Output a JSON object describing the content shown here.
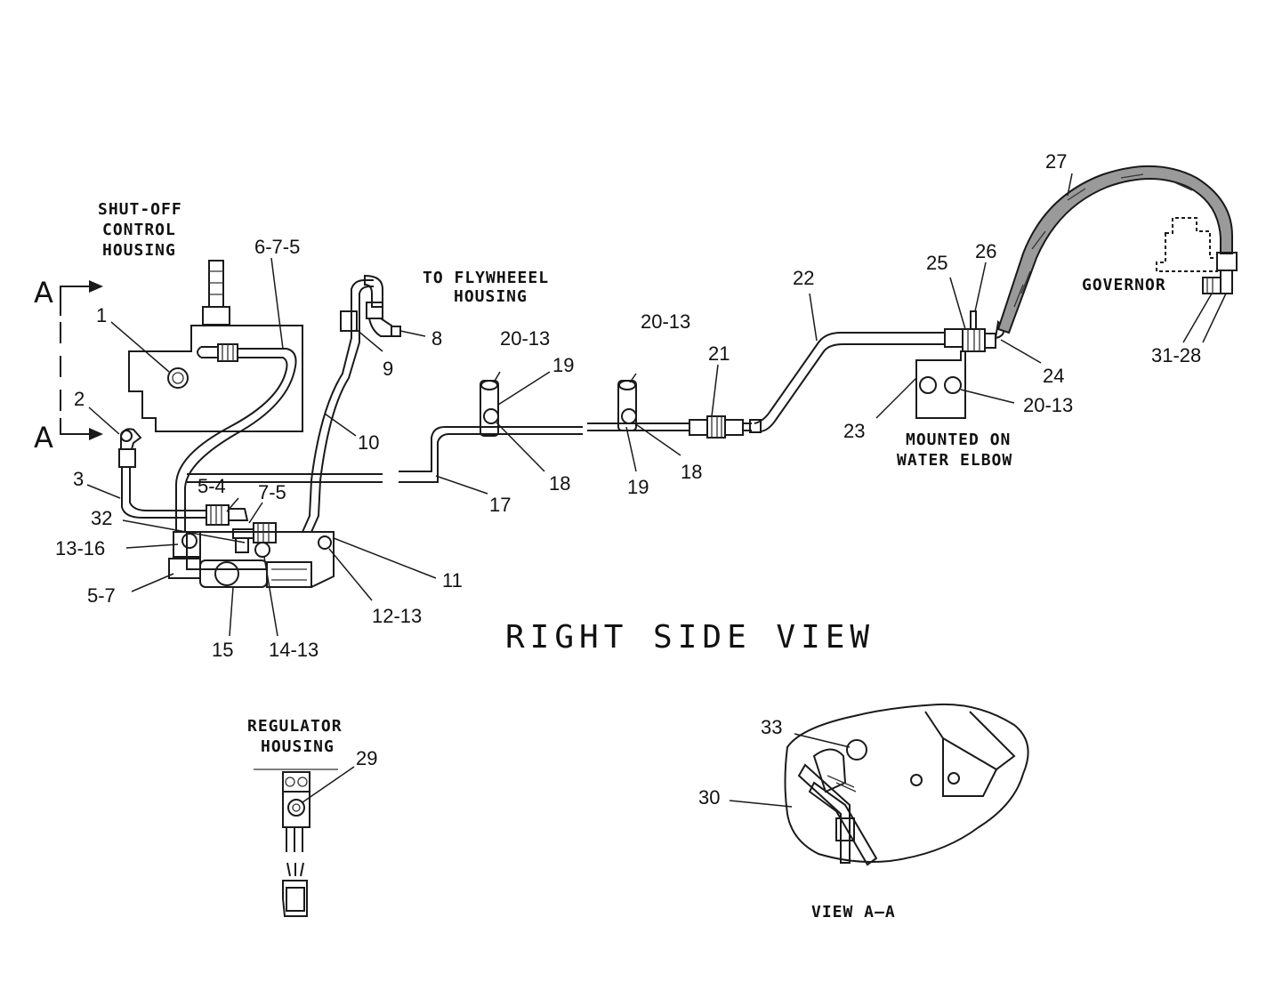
{
  "notes": {
    "shutoff": [
      "SHUT-OFF",
      "CONTROL",
      "HOUSING"
    ],
    "flywheel": [
      "TO FLYWHEEEL",
      "HOUSING"
    ],
    "governor": "GOVERNOR",
    "mounted": [
      "MOUNTED ON",
      "WATER ELBOW"
    ],
    "regulator": [
      "REGULATOR",
      "HOUSING"
    ]
  },
  "titles": {
    "main": "RIGHT SIDE VIEW",
    "view_aa": "VIEW A–A",
    "section_mark_top": "A",
    "section_mark_bottom": "A"
  },
  "callouts": {
    "c1": "1",
    "c2": "2",
    "c3": "3",
    "c32": "32",
    "c13_16": "13-16",
    "c5_7": "5-7",
    "c15": "15",
    "c14_13": "14-13",
    "c12_13": "12-13",
    "c11": "11",
    "c5_4": "5-4",
    "c7_5": "7-5",
    "c6_7_5": "6-7-5",
    "c10": "10",
    "c9": "9",
    "c8": "8",
    "c17": "17",
    "c20_13_a": "20-13",
    "c19_a": "19",
    "c18_a": "18",
    "c20_13_b": "20-13",
    "c19_b": "19",
    "c18_b": "18",
    "c21": "21",
    "c22": "22",
    "c23": "23",
    "c20_13_c": "20-13",
    "c25": "25",
    "c26": "26",
    "c24": "24",
    "c27": "27",
    "c31_28": "31-28",
    "c29": "29",
    "c33": "33",
    "c30": "30"
  }
}
